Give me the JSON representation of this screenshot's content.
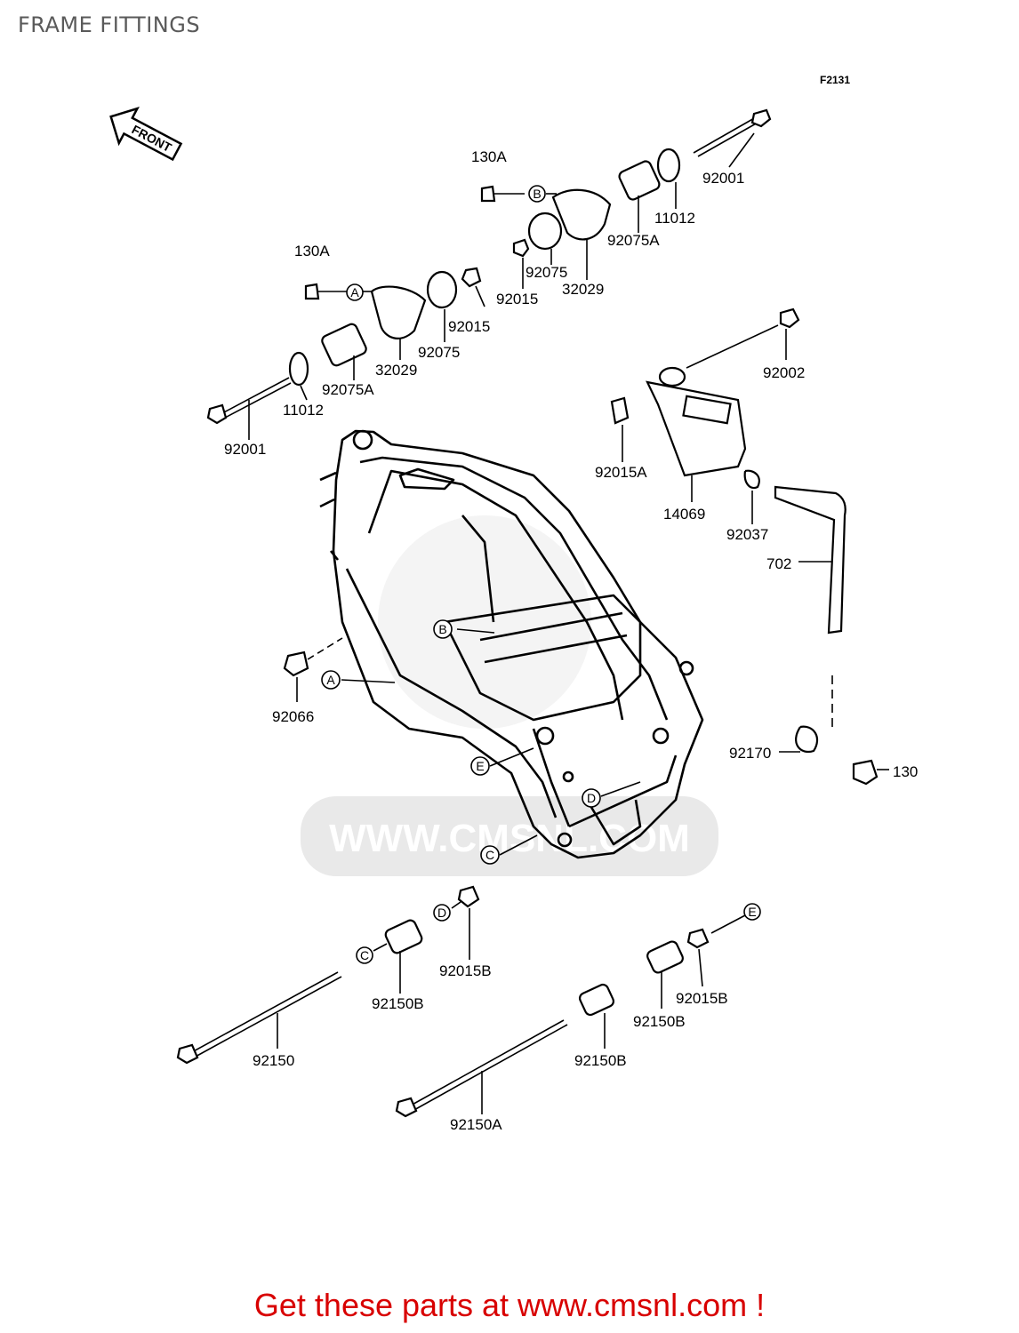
{
  "title": "FRAME FITTINGS",
  "diagram_code": "F2131",
  "front_arrow_label": "FRONT",
  "watermark_text": "WWW.CMSNL.COM",
  "call_to_action": "Get these parts at www.cmsnl.com !",
  "part_labels": [
    {
      "id": "lbl-92001-top",
      "text": "92001"
    },
    {
      "id": "lbl-130a-top",
      "text": "130A"
    },
    {
      "id": "lbl-11012-top",
      "text": "11012"
    },
    {
      "id": "lbl-92075a-top",
      "text": "92075A"
    },
    {
      "id": "lbl-92075-top",
      "text": "92075"
    },
    {
      "id": "lbl-92015-top",
      "text": "92015"
    },
    {
      "id": "lbl-32029-top",
      "text": "32029"
    },
    {
      "id": "lbl-130a-left",
      "text": "130A"
    },
    {
      "id": "lbl-92015-left",
      "text": "92015"
    },
    {
      "id": "lbl-92075-left",
      "text": "92075"
    },
    {
      "id": "lbl-32029-left",
      "text": "32029"
    },
    {
      "id": "lbl-92075a-left",
      "text": "92075A"
    },
    {
      "id": "lbl-11012-left",
      "text": "11012"
    },
    {
      "id": "lbl-92001-left",
      "text": "92001"
    },
    {
      "id": "lbl-92002",
      "text": "92002"
    },
    {
      "id": "lbl-92015a",
      "text": "92015A"
    },
    {
      "id": "lbl-14069",
      "text": "14069"
    },
    {
      "id": "lbl-92037",
      "text": "92037"
    },
    {
      "id": "lbl-702",
      "text": "702"
    },
    {
      "id": "lbl-92066",
      "text": "92066"
    },
    {
      "id": "lbl-92170",
      "text": "92170"
    },
    {
      "id": "lbl-130",
      "text": "130"
    },
    {
      "id": "lbl-92015b-left",
      "text": "92015B"
    },
    {
      "id": "lbl-92150b-left",
      "text": "92150B"
    },
    {
      "id": "lbl-92150",
      "text": "92150"
    },
    {
      "id": "lbl-92150b-mid",
      "text": "92150B"
    },
    {
      "id": "lbl-92015b-right",
      "text": "92015B"
    },
    {
      "id": "lbl-92150b-right",
      "text": "92150B"
    },
    {
      "id": "lbl-92150a",
      "text": "92150A"
    }
  ],
  "reference_letters": {
    "a": "A",
    "b": "B",
    "c": "C",
    "d": "D",
    "e": "E"
  }
}
